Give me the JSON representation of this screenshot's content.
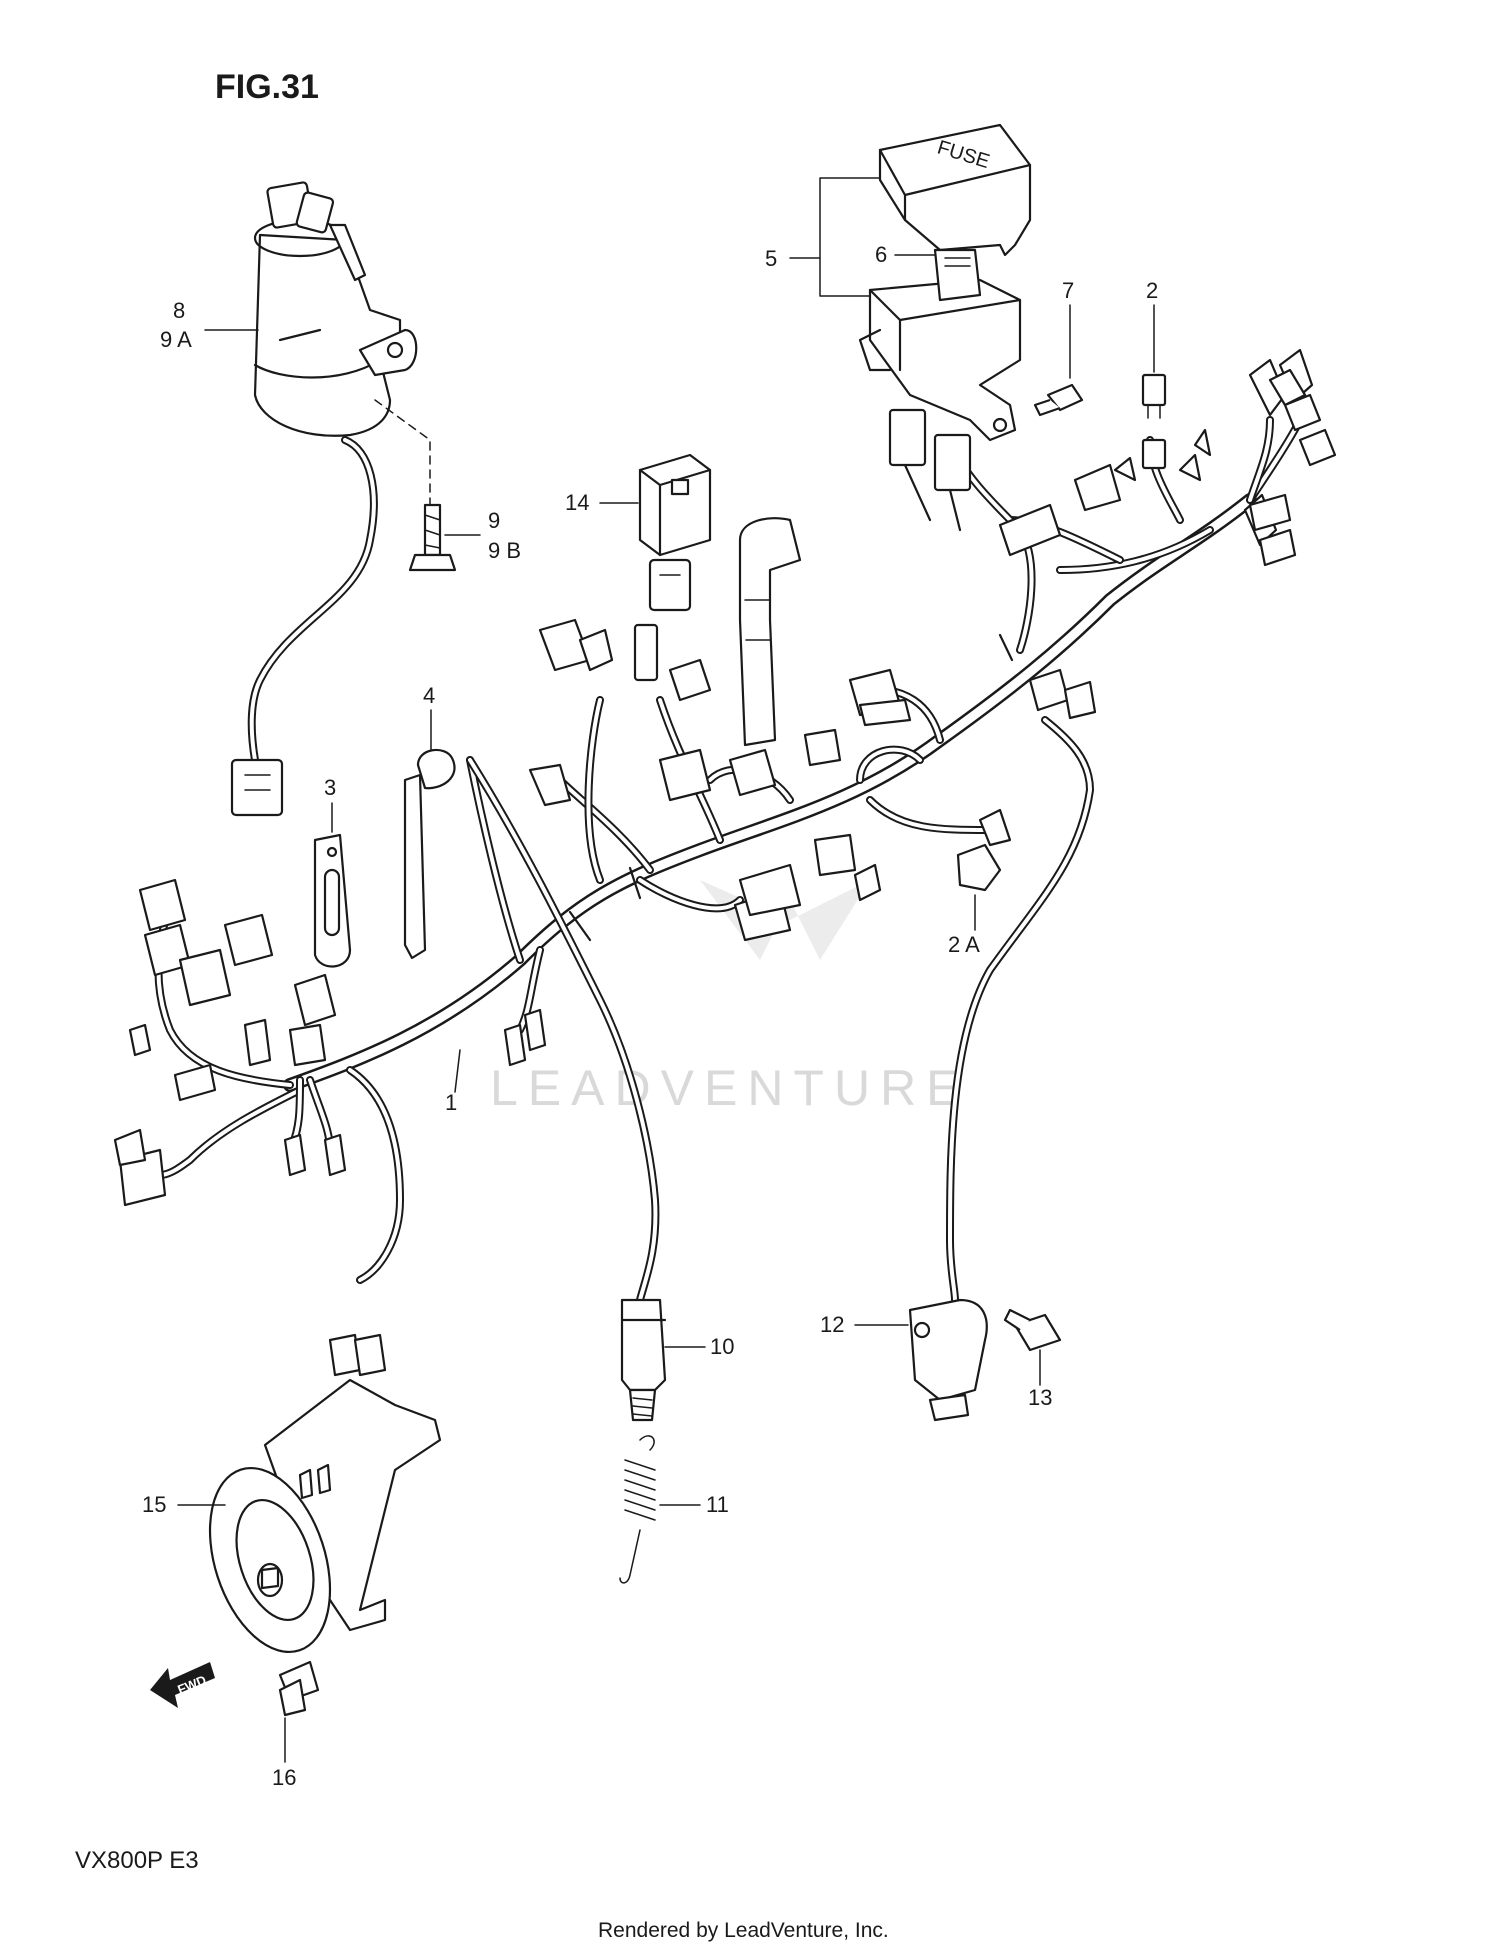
{
  "figure": {
    "title": "FIG.31",
    "model": "VX800P  E3"
  },
  "footer": {
    "text": "Rendered by LeadVenture, Inc."
  },
  "watermark": {
    "text": "LEADVENTURE"
  },
  "fuse_box_text": "FUSE",
  "fwd_arrow_text": "FWD",
  "callouts": {
    "c1": "1",
    "c2": "2",
    "c2a": "2 A",
    "c3": "3",
    "c4": "4",
    "c5": "5",
    "c6": "6",
    "c7": "7",
    "c8": "8",
    "c9a": "9 A",
    "c9": "9",
    "c9b": "9 B",
    "c10": "10",
    "c11": "11",
    "c12": "12",
    "c13": "13",
    "c14": "14",
    "c15": "15",
    "c16": "16"
  },
  "colors": {
    "ink": "#1a1a1a",
    "background": "#ffffff",
    "watermark": "#d9d9d9"
  }
}
